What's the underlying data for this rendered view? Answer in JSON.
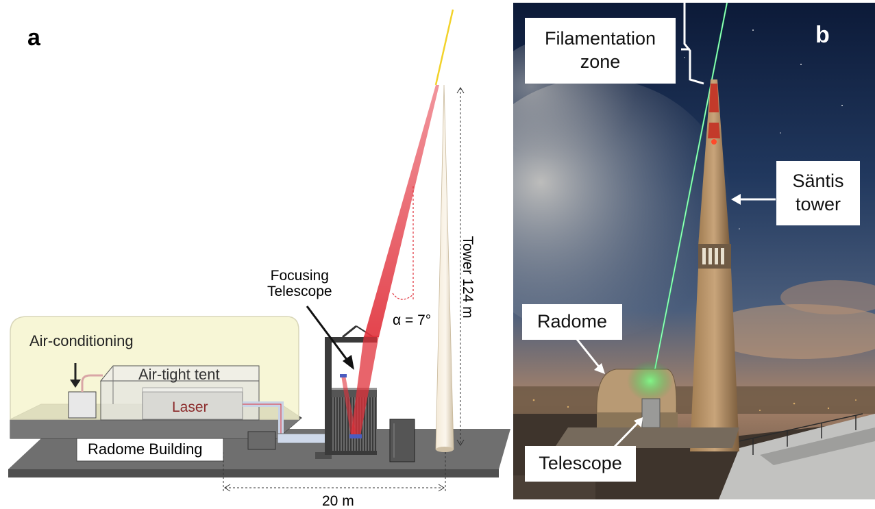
{
  "panel_a": {
    "letter": "a",
    "labels": {
      "air_conditioning": "Air-conditioning",
      "air_tight_tent": "Air-tight tent",
      "laser": "Laser",
      "radome_building": "Radome Building",
      "focusing_telescope_line1": "Focusing",
      "focusing_telescope_line2": "Telescope",
      "angle": "α = 7°",
      "tower_height": "Tower 124 m",
      "distance": "20 m"
    }
  },
  "panel_b": {
    "letter": "b",
    "callouts": {
      "filamentation_line1": "Filamentation",
      "filamentation_line2": "zone",
      "santis_line1": "Säntis",
      "santis_line2": "tower",
      "radome": "Radome",
      "telescope": "Telescope"
    }
  },
  "colors": {
    "laser_beam": "#e0303a",
    "filament": "#f2d22a",
    "green_laser": "#4cf088",
    "tent_yellow": "#f6f4cf",
    "ground": "#6d6d6d"
  }
}
